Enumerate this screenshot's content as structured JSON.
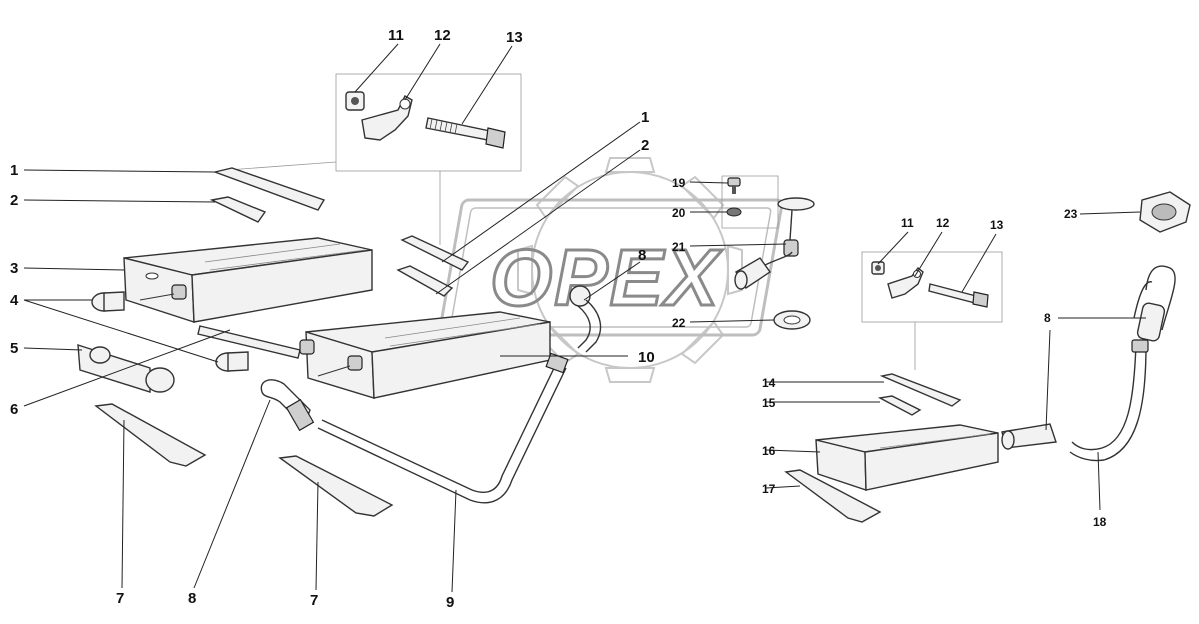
{
  "watermark": {
    "text": "OPEX",
    "color": "#8a8a8a"
  },
  "callouts": [
    {
      "id": "c11a",
      "text": "11"
    },
    {
      "id": "c12a",
      "text": "12"
    },
    {
      "id": "c13a",
      "text": "13"
    },
    {
      "id": "c1a",
      "text": "1"
    },
    {
      "id": "c2a",
      "text": "2"
    },
    {
      "id": "c3",
      "text": "3"
    },
    {
      "id": "c4",
      "text": "4"
    },
    {
      "id": "c5",
      "text": "5"
    },
    {
      "id": "c6",
      "text": "6"
    },
    {
      "id": "c7a",
      "text": "7"
    },
    {
      "id": "c8a",
      "text": "8"
    },
    {
      "id": "c7b",
      "text": "7"
    },
    {
      "id": "c9",
      "text": "9"
    },
    {
      "id": "c1b",
      "text": "1"
    },
    {
      "id": "c2b",
      "text": "2"
    },
    {
      "id": "c8b",
      "text": "8"
    },
    {
      "id": "c10",
      "text": "10"
    },
    {
      "id": "c19",
      "text": "19"
    },
    {
      "id": "c20",
      "text": "20"
    },
    {
      "id": "c21",
      "text": "21"
    },
    {
      "id": "c22",
      "text": "22"
    },
    {
      "id": "c11b",
      "text": "11"
    },
    {
      "id": "c12b",
      "text": "12"
    },
    {
      "id": "c13b",
      "text": "13"
    },
    {
      "id": "c23",
      "text": "23"
    },
    {
      "id": "c8c",
      "text": "8"
    },
    {
      "id": "c14",
      "text": "14"
    },
    {
      "id": "c15",
      "text": "15"
    },
    {
      "id": "c16",
      "text": "16"
    },
    {
      "id": "c17",
      "text": "17"
    },
    {
      "id": "c18",
      "text": "18"
    }
  ]
}
